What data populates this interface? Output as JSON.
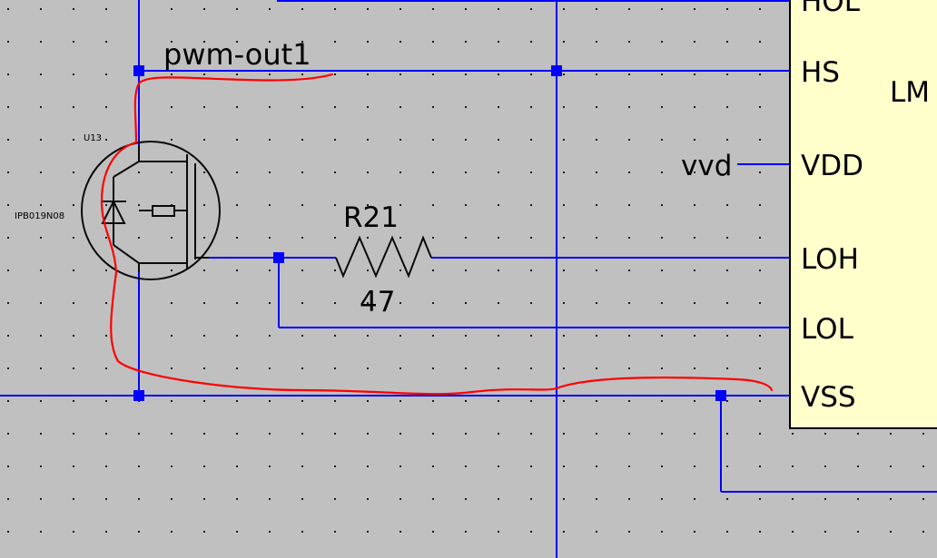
{
  "colors": {
    "background": "#c0c0c0",
    "wire": "#0000ff",
    "component": "#0a0a0a",
    "ic_body": "#ffffcc",
    "annotation": "#ff0000",
    "grid_dot": "#000000"
  },
  "labels": {
    "net_pwm": "pwm-out1",
    "net_vdd": "vvd",
    "resistor_name": "R21",
    "resistor_value": "47",
    "ic_name": "LM",
    "mosfet_ref": "U13",
    "mosfet_part": "IPB019N08"
  },
  "ic_pins": [
    "HOL",
    "HS",
    "VDD",
    "LOH",
    "LOL",
    "VSS"
  ]
}
